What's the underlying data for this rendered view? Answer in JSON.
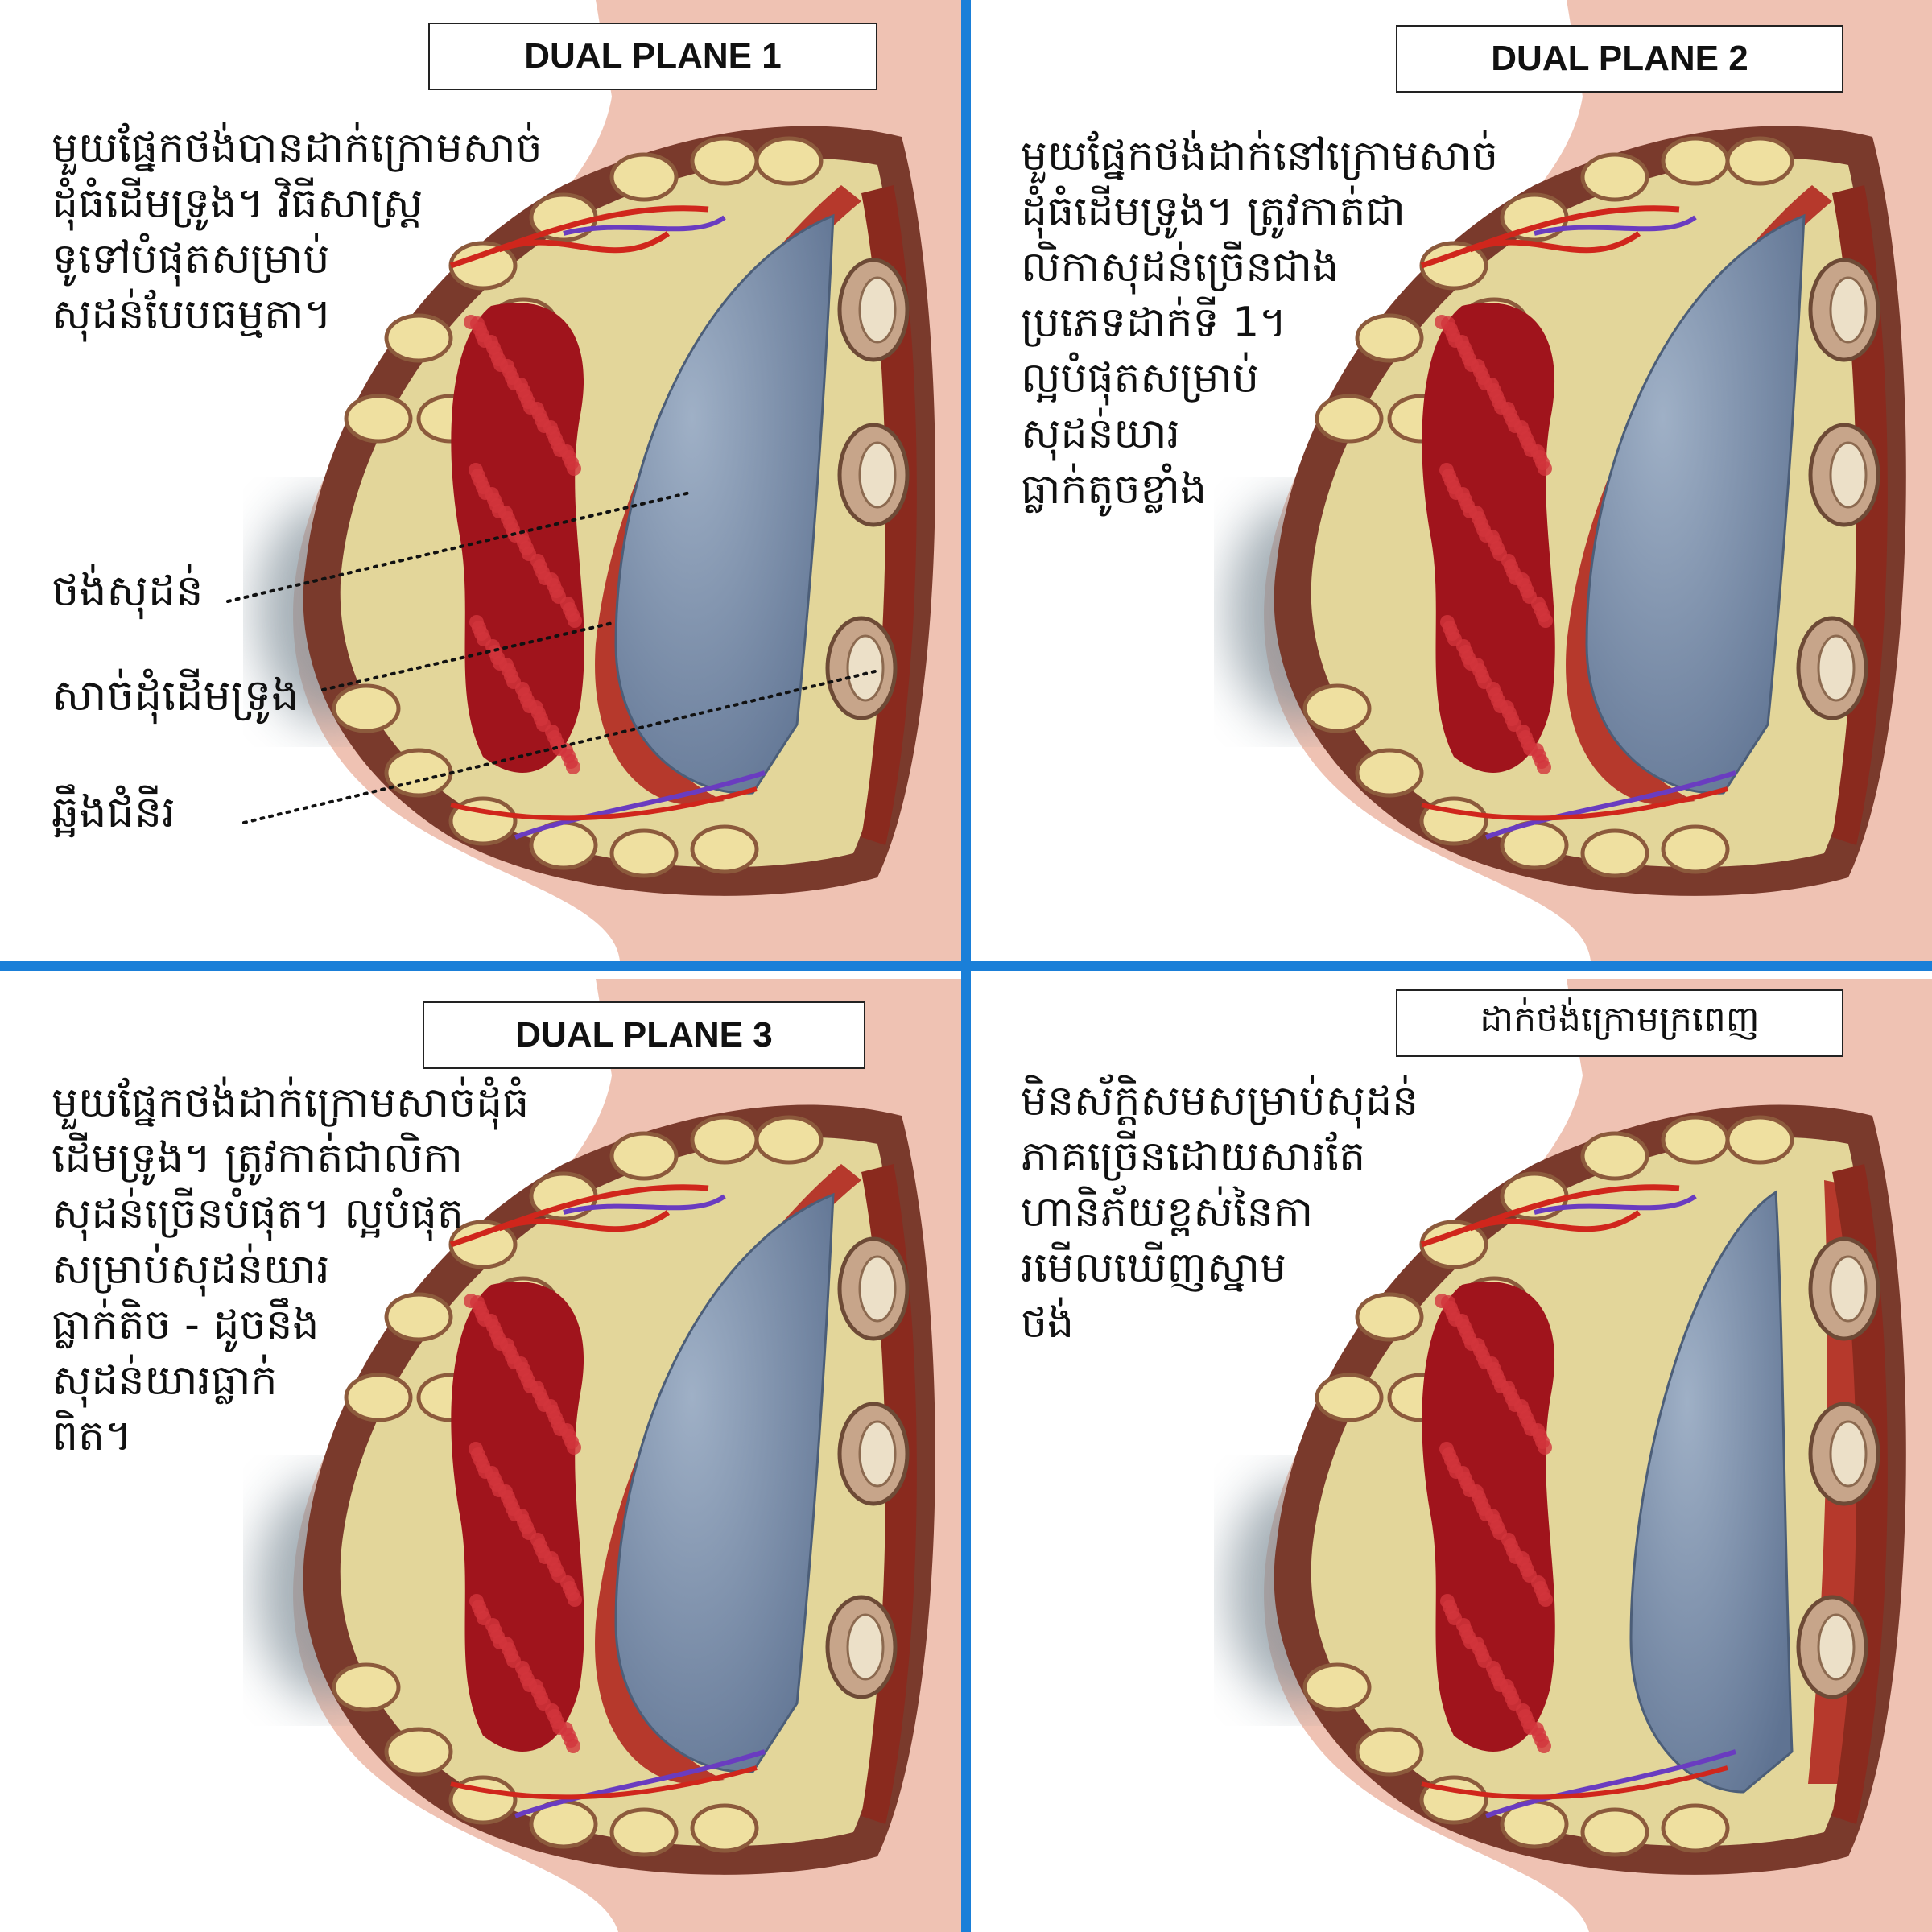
{
  "panels": [
    {
      "title": "DUAL PLANE 1",
      "description": "មួយផ្នែកថង់បានដាក់ក្រោមសាច់\nដុំធំដើមទ្រូង។ វិធីសាស្ត្រ\nទូទៅបំផុតសម្រាប់\nសុដន់បែបធម្មតា។",
      "labels": [
        "ថង់សុដន់",
        "សាច់ដុំដើមទ្រូង",
        "ឆ្អឹងជំនីរ"
      ]
    },
    {
      "title": "DUAL PLANE 2",
      "description": "មួយផ្នែកថង់ដាក់នៅក្រោមសាច់\nដុំធំដើមទ្រូង។ ត្រូវកាត់ជា\nលិកាសុដន់ច្រើនជាង\nប្រភេទដាក់ទី 1។\nល្អបំផុតសម្រាប់\nសុដន់យារ\nធ្លាក់តូចខ្លាំង"
    },
    {
      "title": "DUAL PLANE 3",
      "description": "មួយផ្នែកថង់ដាក់ក្រោមសាច់ដុំធំ\nដើមទ្រូង។ ត្រូវកាត់ជាលិកា\nសុដន់ច្រើនបំផុត។ ល្អបំផុត\nសម្រាប់សុដន់យារ\nធ្លាក់តិច - ដូចនឹង\nសុដន់យារធ្លាក់\nពិត។"
    },
    {
      "title": "ដាក់ថង់ក្រោមក្រពេញ",
      "description": "មិនស័ក្តិសមសម្រាប់សុដន់\nភាគច្រើនដោយសារតែ\nហានិភ័យខ្ពស់នៃកា\nរមើលឃើញស្នាម\nថង់"
    }
  ],
  "colors": {
    "divider": "#1a7fd8",
    "skin": "#efc2b3",
    "implant": "#7e93ad",
    "tissue": "#e3d69a",
    "gland": "#a0141c",
    "rim": "#7a3a2c"
  }
}
